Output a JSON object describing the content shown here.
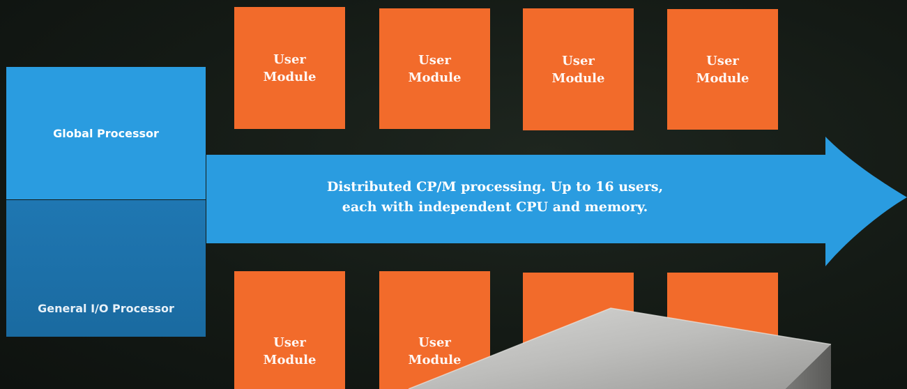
{
  "processors": {
    "global": "Global Processor",
    "general_io": "General I/O Processor"
  },
  "arrow": {
    "line1": "Distributed CP/M processing. Up to 16 users,",
    "line2": "each with independent CPU and memory."
  },
  "modules_top": [
    {
      "label": "User\nModule"
    },
    {
      "label": "User\nModule"
    },
    {
      "label": "User\nModule"
    },
    {
      "label": "User\nModule"
    }
  ],
  "modules_bottom": [
    {
      "label": "User\nModule"
    },
    {
      "label": "User\nModule"
    },
    {
      "label": ""
    },
    {
      "label": ""
    }
  ],
  "colors": {
    "background": "#141a15",
    "module": "#f26b2b",
    "global_processor": "#2a9ce0",
    "io_processor": "#1d6fa6",
    "arrow": "#2a9ce0",
    "label_text": "#ffffff"
  }
}
